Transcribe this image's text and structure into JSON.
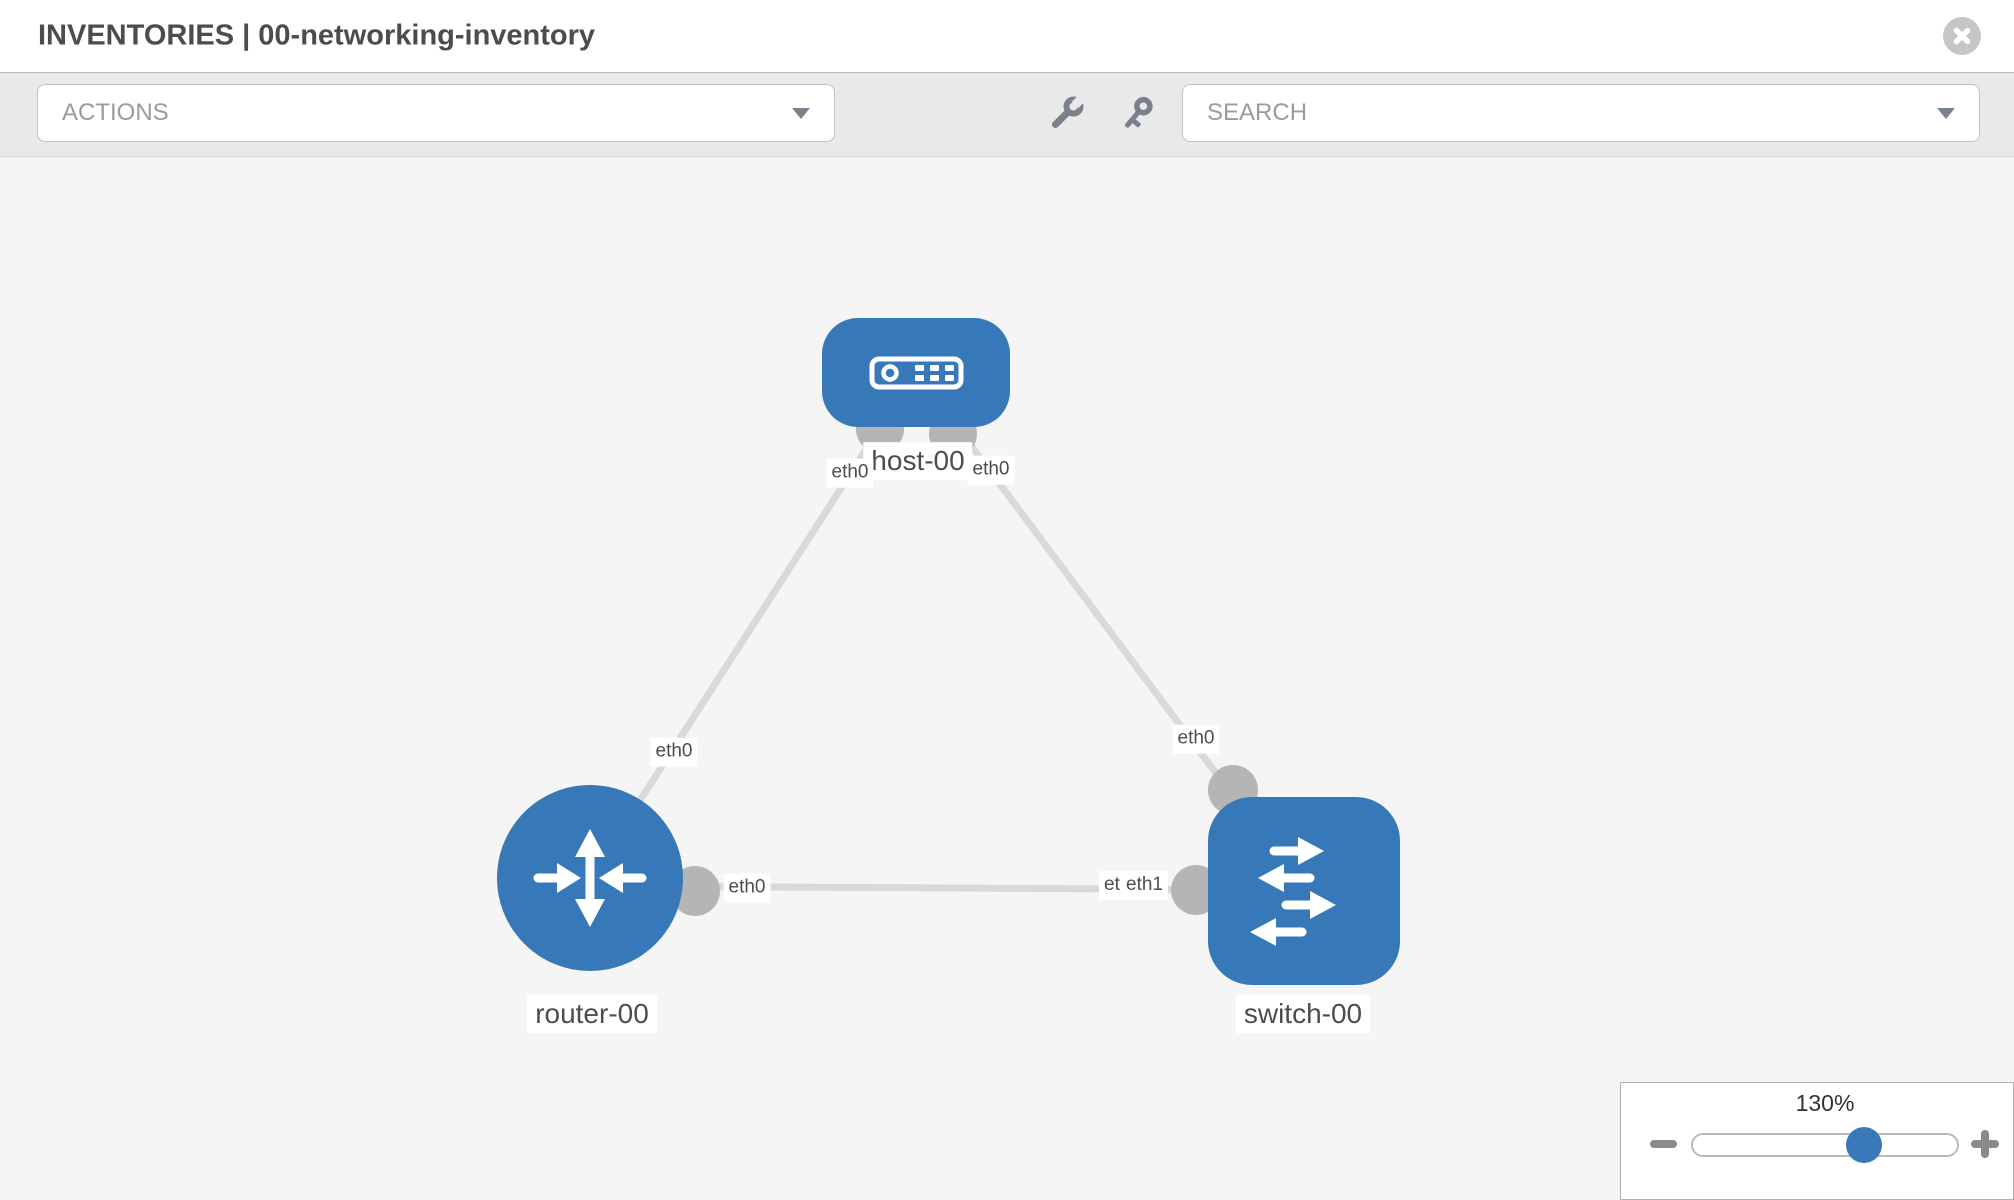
{
  "header": {
    "title": "INVENTORIES | 00-networking-inventory"
  },
  "toolbar": {
    "actions_label": "ACTIONS",
    "search_label": "SEARCH"
  },
  "topology": {
    "nodes": [
      {
        "label": "host-00",
        "type": "host"
      },
      {
        "label": "router-00",
        "type": "router"
      },
      {
        "label": "switch-00",
        "type": "switch"
      }
    ],
    "links": [
      {
        "from": "host-00",
        "from_iface": "eth0",
        "to": "router-00",
        "to_iface": "eth0"
      },
      {
        "from": "host-00",
        "from_iface": "eth0",
        "to": "switch-00",
        "to_iface": "eth0"
      },
      {
        "from": "router-00",
        "from_iface": "eth0",
        "to": "switch-00",
        "to_iface": "eth1"
      }
    ],
    "switch_overlap_labels": {
      "under": "eth0",
      "over": "eth1"
    }
  },
  "zoom": {
    "level": "130%"
  },
  "colors": {
    "node_blue": "#3778b8",
    "link_gray": "#d9d9d9",
    "port_gray": "#b5b5b5",
    "canvas_bg": "#f5f5f5"
  }
}
